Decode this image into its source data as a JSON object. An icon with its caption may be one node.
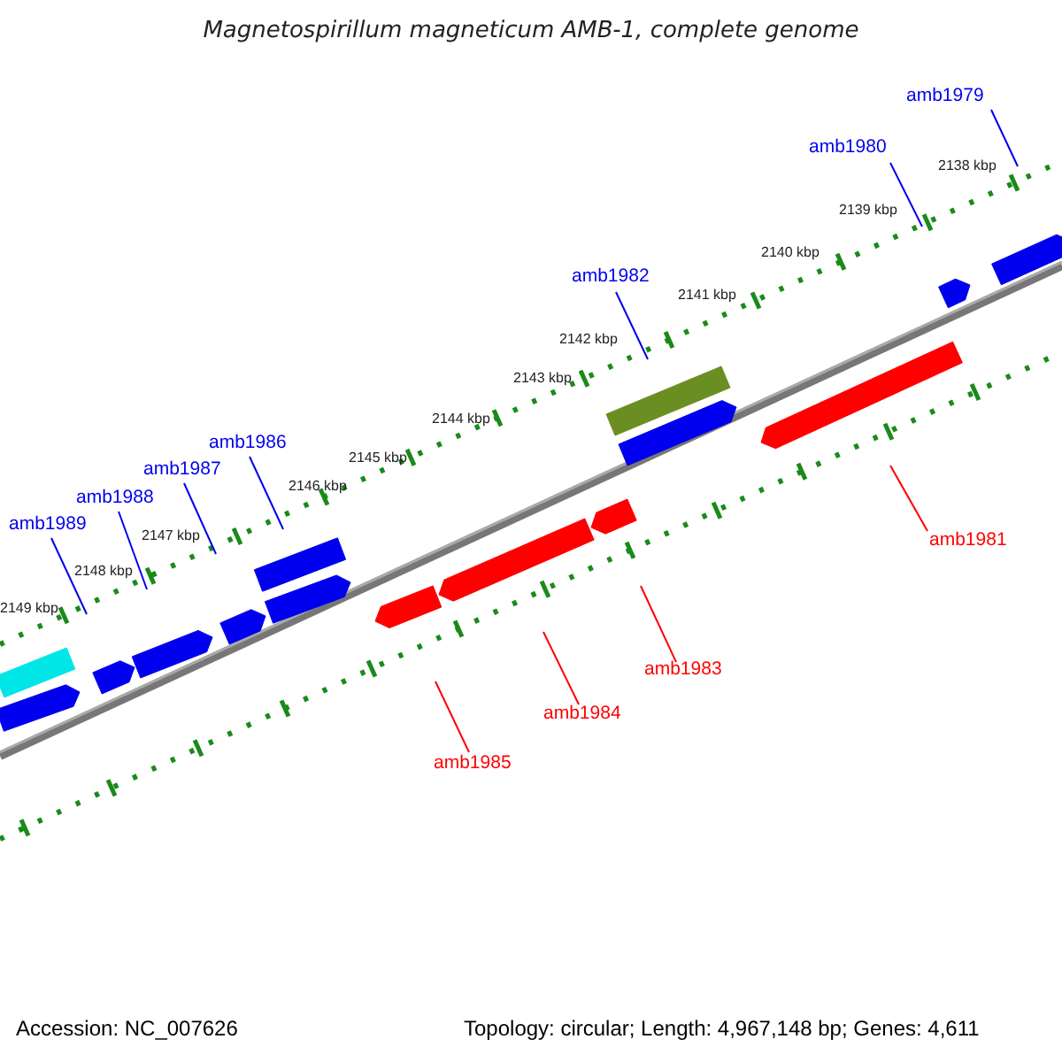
{
  "diagram": {
    "title": "Magnetospirillum magneticum AMB-1, complete genome",
    "nodes": [
      {
        "text": [
          "amb1979"
        ]
      },
      {
        "text": [
          "amb1980"
        ]
      },
      {
        "text": [
          "amb1982"
        ]
      },
      {
        "text": [
          "amb1986"
        ]
      },
      {
        "text": [
          "amb1987"
        ]
      },
      {
        "text": [
          "amb1988"
        ]
      },
      {
        "text": [
          "amb1989"
        ]
      },
      {
        "text": [
          "amb1981"
        ]
      },
      {
        "text": [
          "amb1983"
        ]
      },
      {
        "text": [
          "amb1984"
        ]
      },
      {
        "text": [
          "amb1985"
        ]
      }
    ],
    "edges": [
      {
        "from": 0,
        "to": null,
        "arrow": "none"
      },
      {
        "from": 1,
        "to": null,
        "arrow": "none"
      },
      {
        "from": 2,
        "to": null,
        "arrow": "none"
      },
      {
        "from": 3,
        "to": null,
        "arrow": "none"
      },
      {
        "from": 4,
        "to": null,
        "arrow": "none"
      },
      {
        "from": 5,
        "to": null,
        "arrow": "none"
      },
      {
        "from": 6,
        "to": null,
        "arrow": "none"
      },
      {
        "from": 7,
        "to": null,
        "arrow": "none",
        "color": "#ff0000"
      },
      {
        "from": 8,
        "to": null,
        "arrow": "none",
        "color": "#ff0000"
      },
      {
        "from": 9,
        "to": null,
        "arrow": "none",
        "color": "#ff0000"
      },
      {
        "from": 10,
        "to": null,
        "arrow": "none",
        "color": "#ff0000"
      }
    ],
    "labels": [
      "2138 kbp",
      "2139 kbp",
      "2140 kbp",
      "2141 kbp",
      "2142 kbp",
      "2143 kbp",
      "2144 kbp",
      "2145 kbp",
      "2146 kbp",
      "2147 kbp",
      "2148 kbp",
      "2149 kbp",
      "Accession: NC_007626",
      "Topology: circular; Length: 4,967,148 bp; Genes: 4,611"
    ]
  }
}
